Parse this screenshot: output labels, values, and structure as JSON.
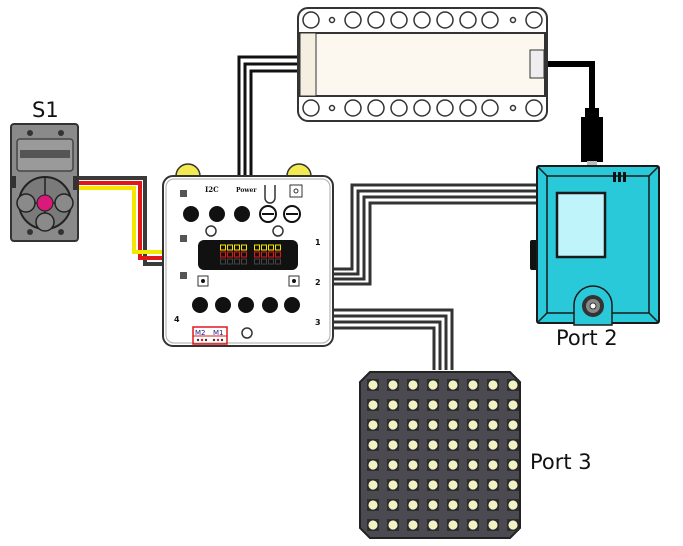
{
  "diagram": {
    "labels": {
      "s1": "S1",
      "port2": "Port 2",
      "port3": "Port 3"
    },
    "components": [
      {
        "id": "joystick",
        "name": "Joystick module",
        "label": "S1",
        "color": "#8a8a8a",
        "accent": "#d91a7a"
      },
      {
        "id": "controller",
        "name": "Main controller board",
        "text": {
          "i2c": "I2C",
          "power": "Power",
          "motor_ports": [
            "M2",
            "M1"
          ],
          "port_numbers": [
            "1",
            "2",
            "3",
            "4"
          ]
        }
      },
      {
        "id": "battery",
        "name": "Battery pack"
      },
      {
        "id": "display",
        "name": "Display module",
        "label": "Port 2",
        "color": "#29c9d9",
        "screen_color": "#bff4fb"
      },
      {
        "id": "led_matrix",
        "name": "8x8 LED matrix",
        "label": "Port 3",
        "rows": 8,
        "cols": 8,
        "led_color": "#f3f2c4",
        "body_color": "#4a4a50"
      }
    ],
    "wires": {
      "servo": [
        "#f5e800",
        "#e01818",
        "#3a3a3a"
      ],
      "bus": "#3a3a3a",
      "usb": "#000000"
    }
  }
}
